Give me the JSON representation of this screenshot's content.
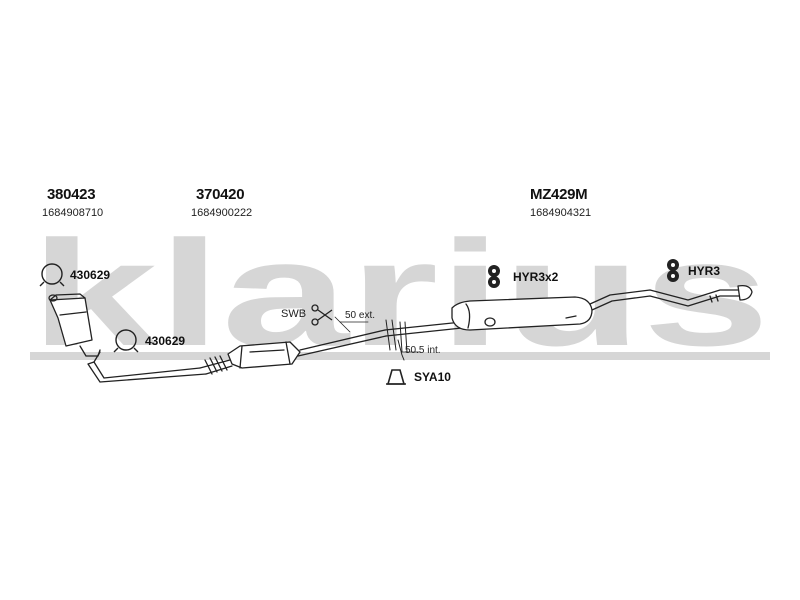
{
  "watermark": {
    "text": "klarius",
    "color": "#d6d6d6"
  },
  "parts": [
    {
      "code": "380423",
      "ref": "1684908710"
    },
    {
      "code": "370420",
      "ref": "1684900222"
    },
    {
      "code": "MZ429M",
      "ref": "1684904321"
    }
  ],
  "fittings": {
    "clamp_top": "430629",
    "clamp_bottom": "430629",
    "hanger_pair": "HYR3x2",
    "hanger_rear": "HYR3",
    "bracket": "SYA10"
  },
  "swb": {
    "label": "SWB",
    "ext": "50 ext.",
    "int": "50.5 int."
  },
  "icons": [
    "clamp-icon",
    "rubber-hanger-icon",
    "bracket-icon",
    "scissors-icon"
  ]
}
